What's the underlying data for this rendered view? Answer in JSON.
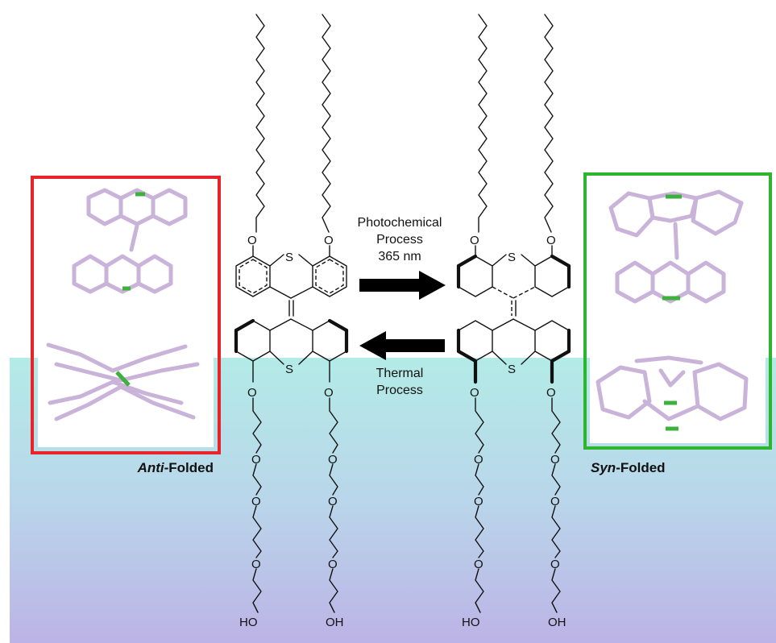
{
  "labels": {
    "forward_line1": "Photochemical",
    "forward_line2": "Process",
    "forward_line3": "365 nm",
    "reverse_line1": "Thermal",
    "reverse_line2": "Process",
    "anti_prefix": "Anti",
    "anti_suffix": "-Folded",
    "syn_prefix": "Syn",
    "syn_suffix": "-Folded"
  },
  "atoms": {
    "oxygen": "O",
    "sulfur": "S",
    "hydroxyl": "HO",
    "hydroxyl_right": "OH"
  },
  "colors": {
    "anti_frame": "#e8232a",
    "syn_frame": "#2db52d",
    "water_top": "#b3ebe7",
    "water_bottom": "#bcb3e6",
    "arrow": "#000000",
    "crystal_carbon": "#c9b3d9",
    "crystal_sulfur": "#3db03d"
  }
}
